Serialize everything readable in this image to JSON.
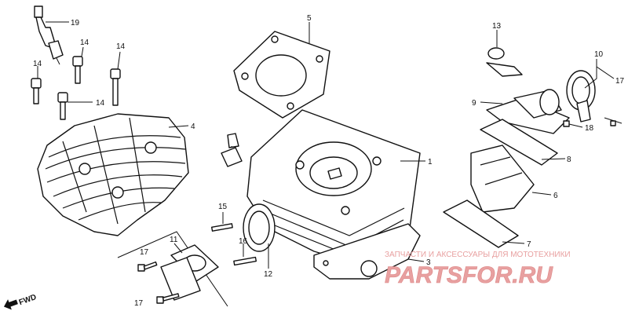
{
  "callouts": [
    {
      "id": "c1",
      "label": "1"
    },
    {
      "id": "c3",
      "label": "3"
    },
    {
      "id": "c4",
      "label": "4"
    },
    {
      "id": "c5",
      "label": "5"
    },
    {
      "id": "c6",
      "label": "6"
    },
    {
      "id": "c7",
      "label": "7"
    },
    {
      "id": "c8",
      "label": "8"
    },
    {
      "id": "c9",
      "label": "9"
    },
    {
      "id": "c10",
      "label": "10"
    },
    {
      "id": "c11",
      "label": "11"
    },
    {
      "id": "c12",
      "label": "12"
    },
    {
      "id": "c13",
      "label": "13"
    },
    {
      "id": "c14a",
      "label": "14"
    },
    {
      "id": "c14b",
      "label": "14"
    },
    {
      "id": "c14c",
      "label": "14"
    },
    {
      "id": "c14d",
      "label": "14"
    },
    {
      "id": "c15a",
      "label": "15"
    },
    {
      "id": "c15b",
      "label": "15"
    },
    {
      "id": "c16",
      "label": "16"
    },
    {
      "id": "c17a",
      "label": "17"
    },
    {
      "id": "c17b",
      "label": "17"
    },
    {
      "id": "c18",
      "label": "18"
    },
    {
      "id": "c19",
      "label": "19"
    }
  ],
  "direction_label": "FWD",
  "watermark": {
    "subtitle": "ЗАПЧАСТИ И АКСЕССУАРЫ ДЛЯ МОТОТЕХНИКИ",
    "brand": "PARTSFOR.RU",
    "color": "#e8a0a0"
  }
}
